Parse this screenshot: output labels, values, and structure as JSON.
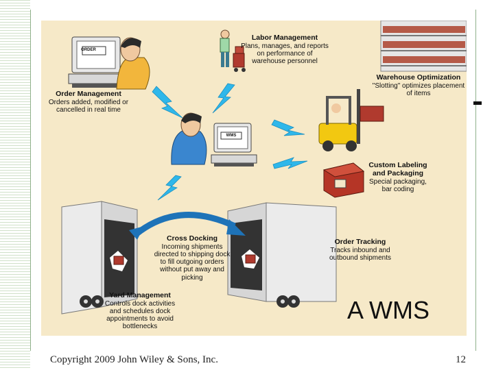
{
  "slide": {
    "title": "A WMS",
    "copyright": "Copyright 2009 John Wiley & Sons, Inc.",
    "page_number": "12"
  },
  "diagram": {
    "center_screen": "WMS",
    "order_screen": "ORDER",
    "labor": {
      "heading": "Labor Management",
      "text": "Plans, manages, and reports on performance of warehouse personnel"
    },
    "order_mgmt": {
      "heading": "Order Management",
      "text": "Orders added, modified or cancelled in real time"
    },
    "warehouse_opt": {
      "heading": "Warehouse Optimization",
      "text": "\"Slotting\" optimizes placement of items"
    },
    "custom_label": {
      "heading": "Custom Labeling and Packaging",
      "text": "Special packaging, bar coding"
    },
    "cross_dock": {
      "heading": "Cross Docking",
      "text": "Incoming shipments directed to shipping dock to fill outgoing orders without put away and picking"
    },
    "order_track": {
      "heading": "Order Tracking",
      "text": "Tracks inbound and outbound shipments"
    },
    "yard_mgmt": {
      "heading": "Yard Management",
      "text": "Controls dock activities and schedules dock appointments to avoid bottlenecks"
    }
  },
  "colors": {
    "background": "#f6e9c8",
    "lightning": "#2fb7ea",
    "arrow": "#1e73b8",
    "shirt_yellow": "#f2b63c",
    "shirt_blue": "#3a86cf"
  }
}
